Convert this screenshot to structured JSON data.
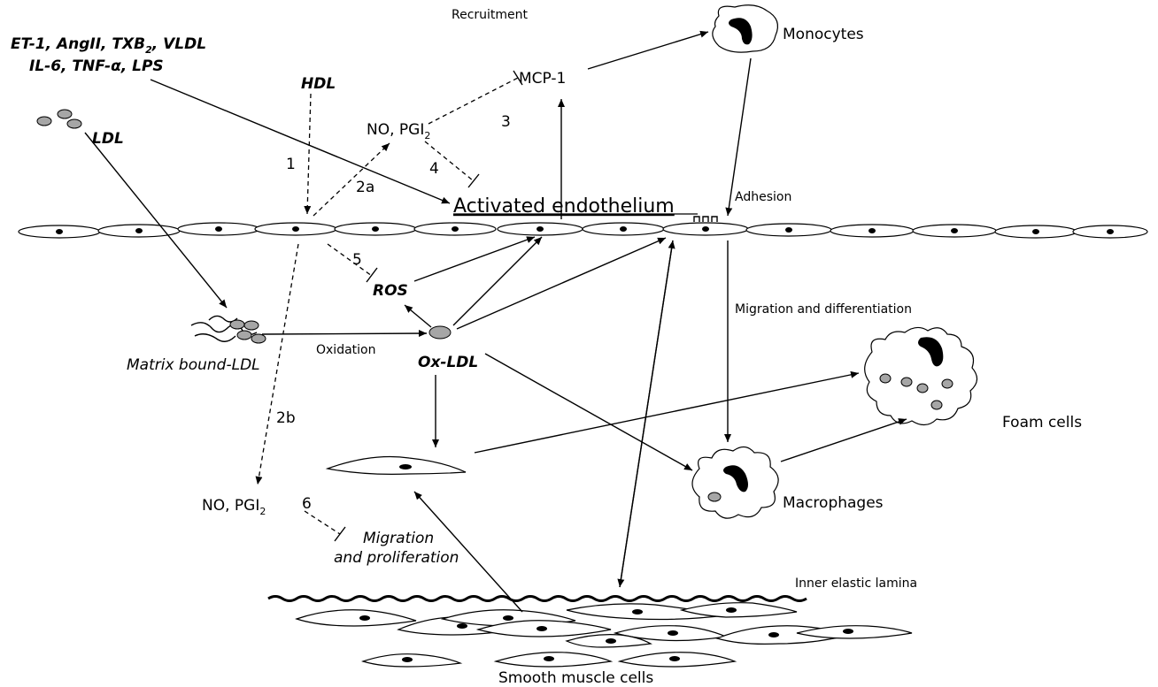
{
  "labels": {
    "stimuli_line1": "ET-1, AngII, TXB",
    "stimuli_line1_sub": "2",
    "stimuli_line1_end": ", VLDL",
    "stimuli_line2": "IL-6, TNF-α, LPS",
    "hdl": "HDL",
    "ldl": "LDL",
    "no_pgi_top": "NO, PGI",
    "no_pgi_top_sub": "2",
    "mcp1": "MCP-1",
    "recruitment": "Recruitment",
    "monocytes": "Monocytes",
    "activated_endothelium": "Activated endothelium",
    "adhesion": "Adhesion",
    "ros": "ROS",
    "ox_ldl": "Ox-LDL",
    "oxidation": "Oxidation",
    "matrix_bound_ldl": "Matrix bound-LDL",
    "migration_differentiation": "Migration and differentiation",
    "foam_cells": "Foam cells",
    "macrophages": "Macrophages",
    "no_pgi_bottom": "NO, PGI",
    "no_pgi_bottom_sub": "2",
    "migration": "Migration",
    "and_proliferation": "and proliferation",
    "inner_elastic_lamina": "Inner elastic lamina",
    "smooth_muscle_cells": "Smooth muscle cells"
  },
  "step_numbers": {
    "n1": "1",
    "n2a": "2a",
    "n2b": "2b",
    "n3": "3",
    "n4": "4",
    "n5": "5",
    "n6": "6"
  },
  "colors": {
    "ldl_particle": "#a6a6a6",
    "line": "#000000",
    "background": "#ffffff"
  }
}
